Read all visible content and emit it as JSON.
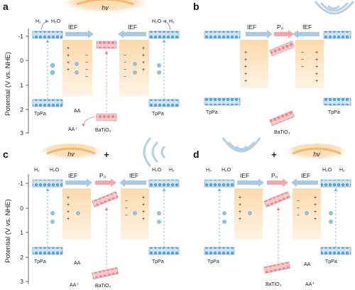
{
  "axis": {
    "ylabel": "Potential (V vs. NHE)",
    "ticks": [
      "-1",
      "0",
      "1",
      "2",
      "3"
    ]
  },
  "panels": {
    "a": {
      "label": "a",
      "light": "hv",
      "h2": "H₂",
      "h2o": "H₂O",
      "h2_r": "H₂",
      "h2o_r": "H₂O",
      "ief_l": "IEF",
      "ief_r": "IEF",
      "tppa_l": "TpPa",
      "tppa_r": "TpPa",
      "aa": "AA",
      "aa_plus": "AA⁺",
      "batio3": "BaTiO₃"
    },
    "b": {
      "label": "b",
      "ief_l": "IEF",
      "ief_r": "IEF",
      "p0": "P₀",
      "tppa_l": "TpPa",
      "tppa_r": "TpPa",
      "batio3": "BaTiO₃"
    },
    "c": {
      "label": "c",
      "light": "hv",
      "plus": "+",
      "h2": "H₂",
      "h2o": "H₂O",
      "h2_r": "H₂",
      "h2o_r": "H₂O",
      "ief_l": "IEF",
      "ief_r": "IEF",
      "p0": "P₀",
      "tppa_l": "TpPa",
      "tppa_r": "TpPa",
      "aa": "AA",
      "aa_plus": "AA⁺",
      "batio3": "BaTiO₃"
    },
    "d": {
      "label": "d",
      "light": "hv",
      "plus": "+",
      "h2": "H₂",
      "h2o": "H₂O",
      "h2_r": "H₂",
      "h2o_r": "H₂O",
      "ief_l": "IEF",
      "ief_r": "IEF",
      "p0": "P₀",
      "tppa_l": "TpPa",
      "tppa_r": "TpPa",
      "aa": "AA",
      "aa_plus": "AA⁺",
      "batio3": "BaTiO₃"
    }
  },
  "colors": {
    "band": "#5b9ed6",
    "band_light": "#cfe4f5",
    "depletion": "#fde3c4",
    "perovskite": "#e88a8f",
    "perovskite_light": "#f7c9cc",
    "ief_arrow": "#a9c8e4",
    "p0_arrow": "#f2a7ad",
    "sun": "#f6c27a"
  }
}
